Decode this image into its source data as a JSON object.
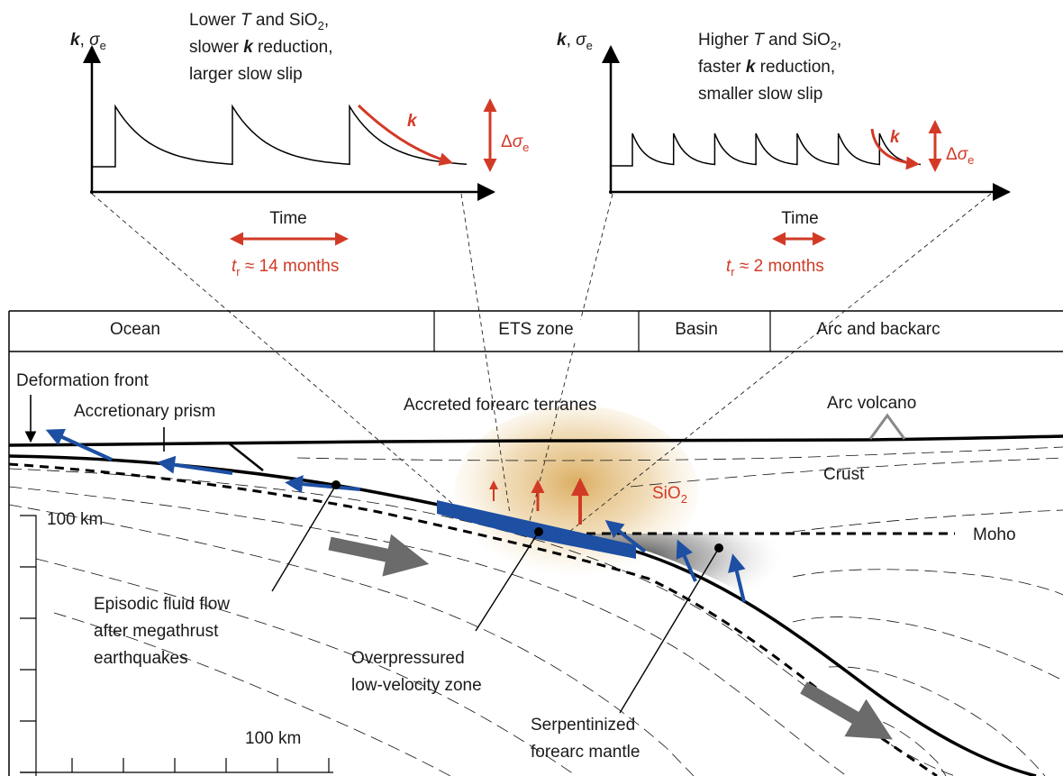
{
  "top_left_panel": {
    "y_axis": {
      "k": "k",
      "sep": ", ",
      "sigma": "σ",
      "sub": "e"
    },
    "caption": {
      "l1_a": "Lower ",
      "l1_T": "T",
      "l1_b": " and SiO",
      "l1_sub": "2",
      "l1_c": ",",
      "l2_a": "slower ",
      "l2_k": "k",
      "l2_b": " reduction,",
      "l3": "larger slow slip"
    },
    "k_label": "k",
    "delta_sigma": {
      "delta": "Δ",
      "sigma": "σ",
      "sub": "e"
    },
    "x_label": "Time",
    "recurrence": {
      "t": "t",
      "sub": "r",
      "value": " ≈ 14 months"
    },
    "cycles": 3
  },
  "top_right_panel": {
    "y_axis": {
      "k": "k",
      "sep": ", ",
      "sigma": "σ",
      "sub": "e"
    },
    "caption": {
      "l1_a": "Higher ",
      "l1_T": "T",
      "l1_b": " and SiO",
      "l1_sub": "2",
      "l1_c": ",",
      "l2_a": "faster ",
      "l2_k": "k",
      "l2_b": " reduction,",
      "l3": "smaller slow slip"
    },
    "k_label": "k",
    "delta_sigma": {
      "delta": "Δ",
      "sigma": "σ",
      "sub": "e"
    },
    "x_label": "Time",
    "recurrence": {
      "t": "t",
      "sub": "r",
      "value": " ≈ 2 months"
    },
    "cycles": 7
  },
  "zones": [
    "Ocean",
    "ETS zone",
    "Basin",
    "Arc and backarc"
  ],
  "labels": {
    "deformation_front": "Deformation front",
    "accretionary_prism": "Accretionary prism",
    "accreted_terranes": "Accreted forearc terranes",
    "arc_volcano": "Arc volcano",
    "crust": "Crust",
    "sio2": "SiO",
    "sio2_sub": "2",
    "moho": "Moho",
    "fluid_flow": [
      "Episodic fluid flow",
      "after megathrust",
      "earthquakes"
    ],
    "low_velocity": [
      "Overpressured",
      "low-velocity zone"
    ],
    "serpentinized": [
      "Serpentinized",
      "forearc mantle"
    ],
    "scale_vertical": "100 km",
    "scale_horizontal": "100 km"
  },
  "colors": {
    "red": "#d23a26",
    "blue": "#1d4fa3",
    "gray_arrow": "#6b6b6b",
    "sio2_glow": "#d9aa5a",
    "mantle_gray": "#4a4a4a"
  }
}
